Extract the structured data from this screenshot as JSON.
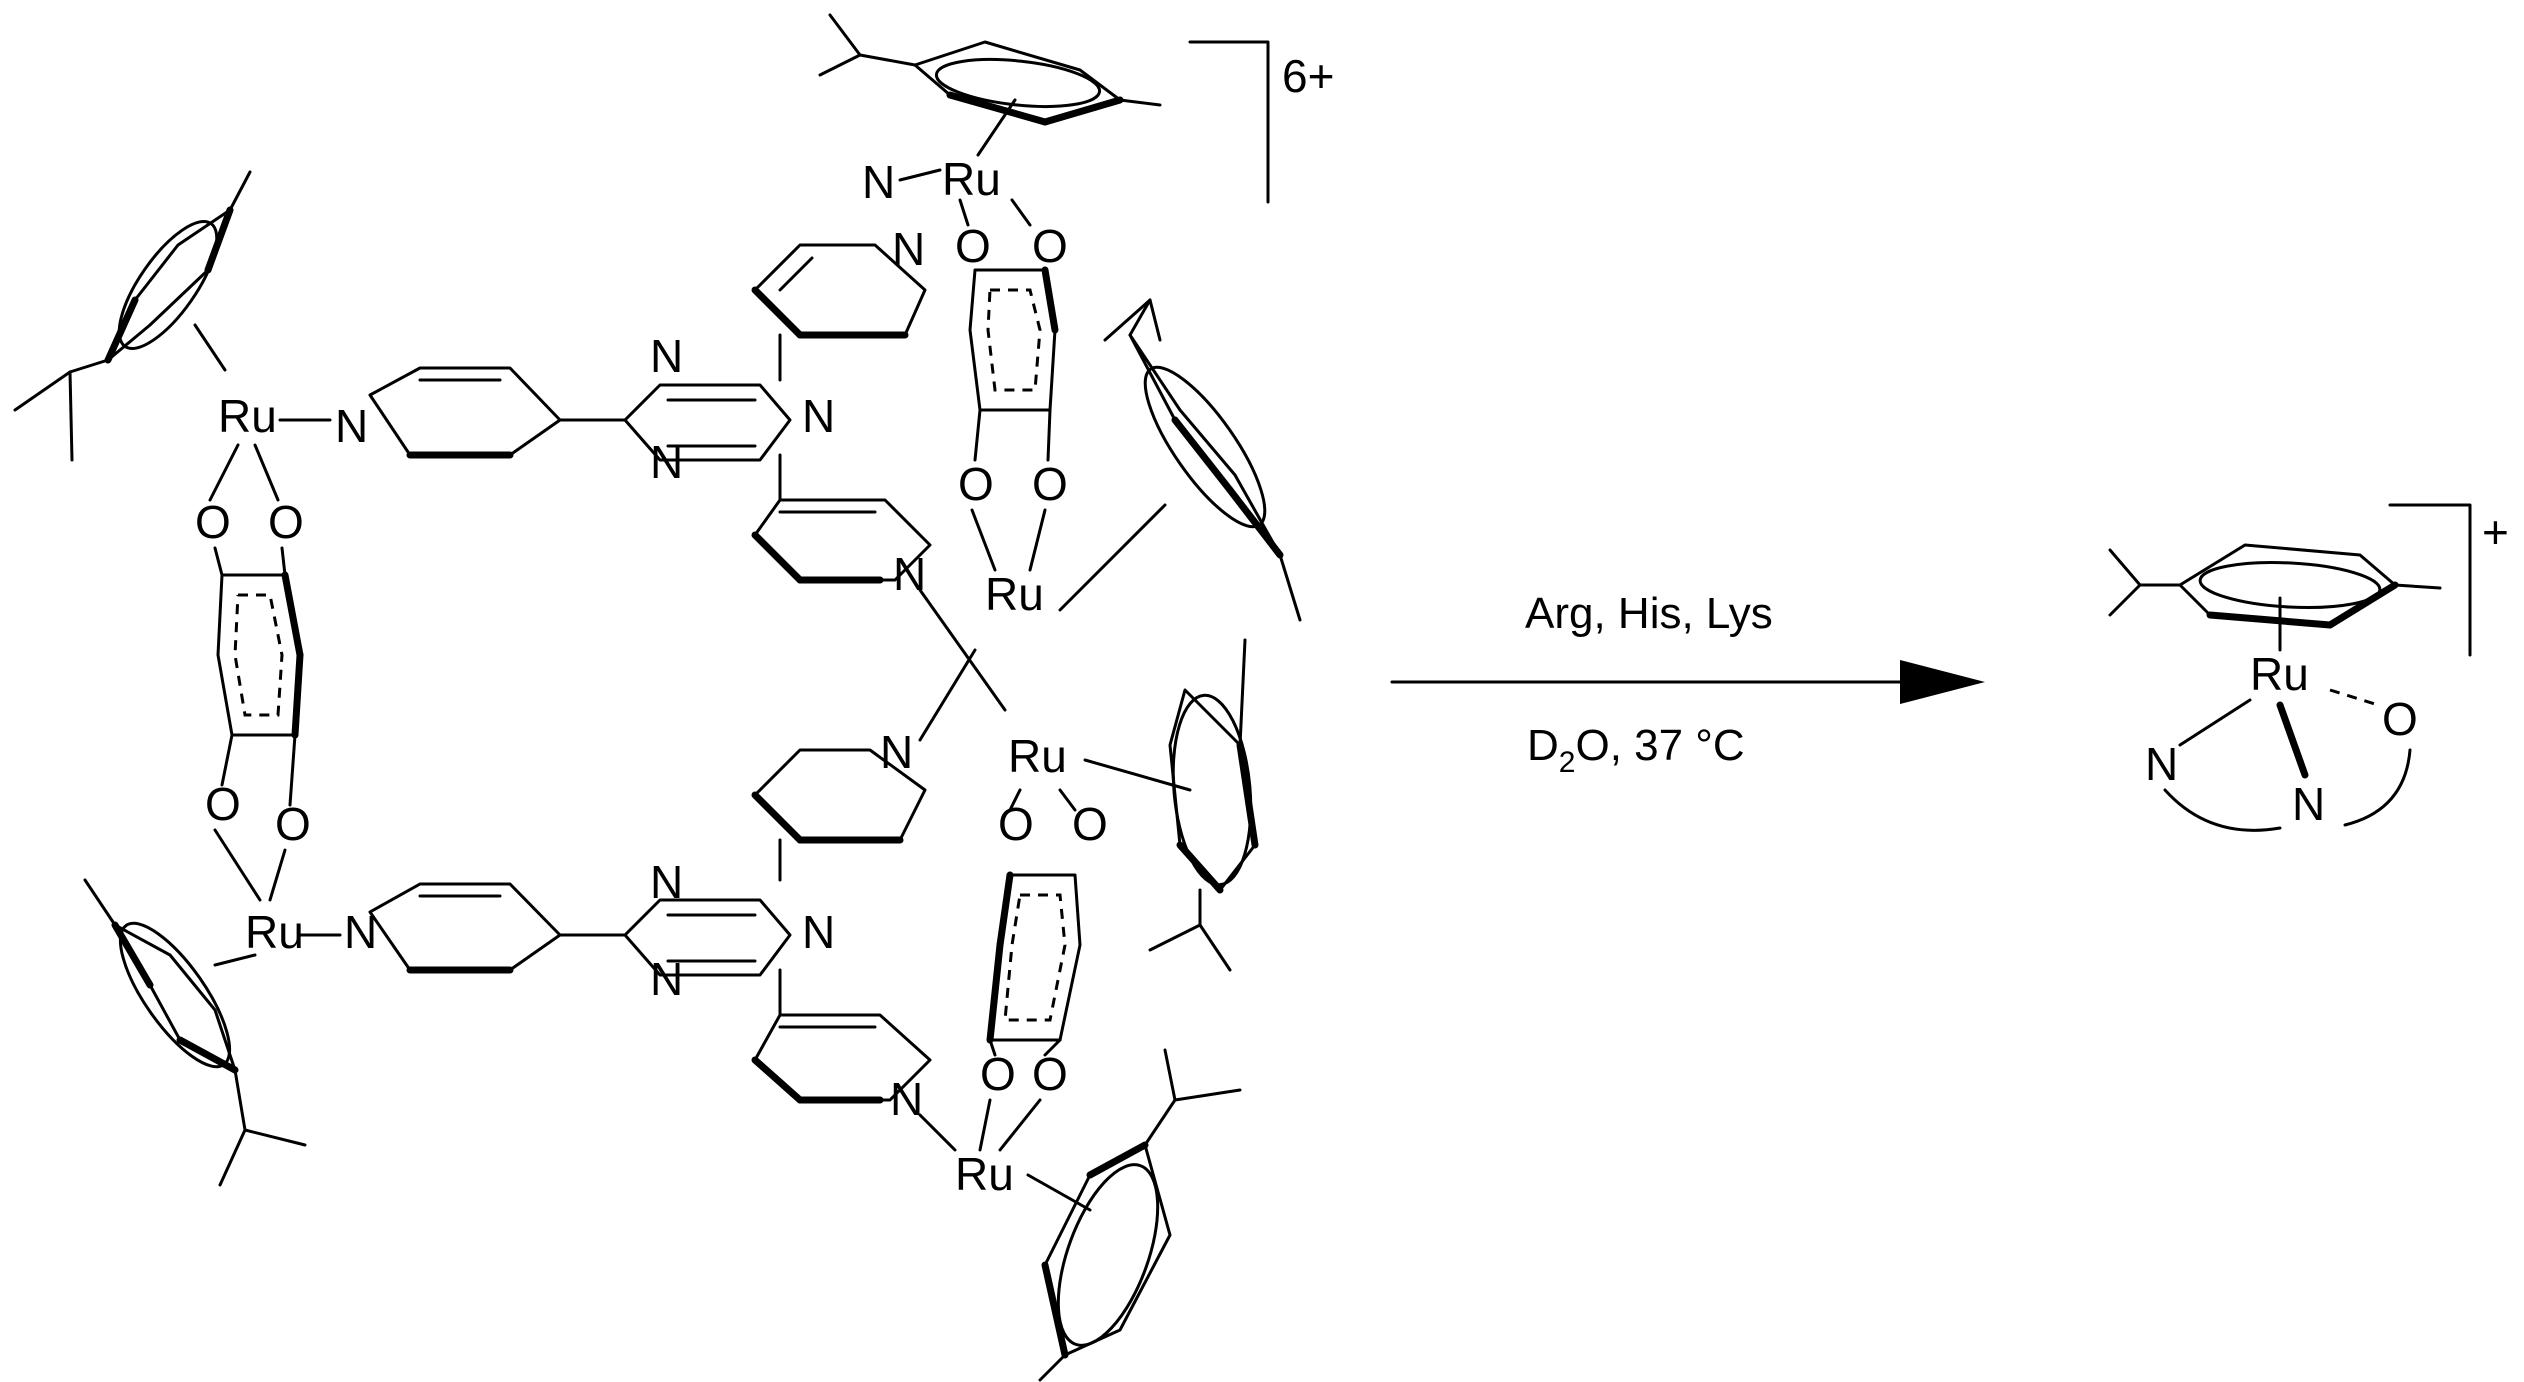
{
  "reactant": {
    "charge": "6+",
    "labels": {
      "ru": "Ru",
      "n": "N",
      "o": "O"
    }
  },
  "conditions": {
    "reagents": "Arg, His, Lys",
    "solvent_prefix": "D",
    "solvent_subscript": "2",
    "solvent_suffix": "O, 37 °C"
  },
  "product": {
    "charge": "+",
    "ru": "Ru",
    "o": "O",
    "n_left": "N",
    "n_right": "N"
  },
  "colors": {
    "ink": "#000000",
    "background": "#ffffff"
  }
}
